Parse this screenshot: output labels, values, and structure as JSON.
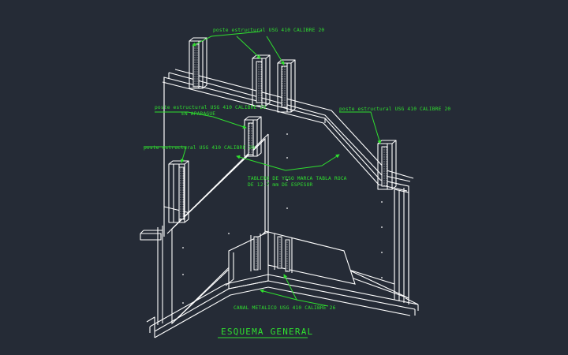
{
  "drawing": {
    "title": "ESQUEMA GENERAL",
    "colors": {
      "background": "#252b36",
      "linework": "#ffffff",
      "annotation": "#2fe02f"
    }
  },
  "labels": {
    "poste_top": "poste estructural USG 410 CALIBRE 20",
    "poste_mid_1": "poste estructural USG 410 CALIBRE 20",
    "poste_mid_2": "EN APARAGUE",
    "poste_left": "poste estructural USG 410 CALIBRE 20",
    "poste_right": "poste estructural USG 410 CALIBRE 20",
    "tablero_1": "TABLERO DE YESO MARCA TABLA ROCA",
    "tablero_2": "DE 12.7 mm DE ESPESOR",
    "canal": "CANAL METALICO USG 410 CALIBRE 26"
  }
}
